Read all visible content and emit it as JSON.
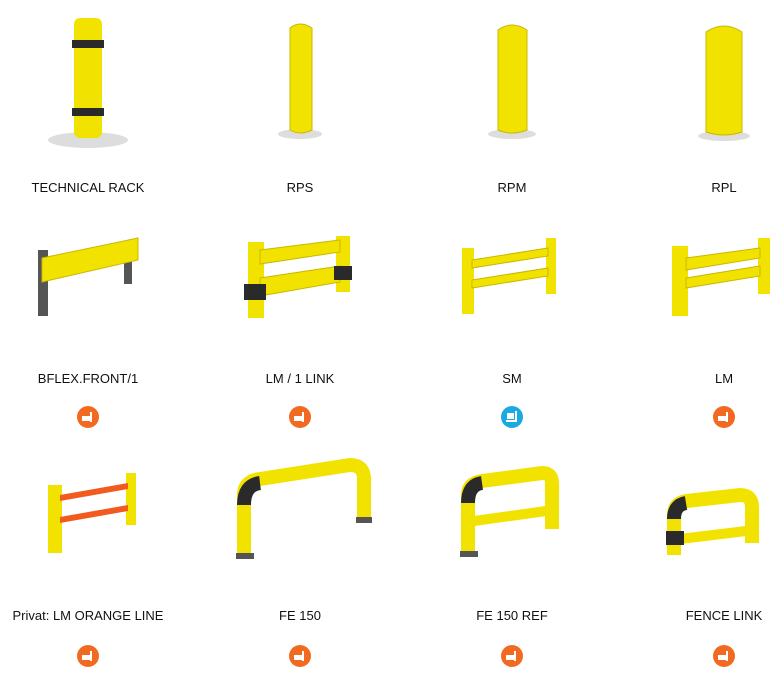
{
  "colors": {
    "product_yellow": "#f2e200",
    "dark": "#2a2a2a",
    "forklift_badge": "#f26a21",
    "pallet_badge": "#1ba9e1",
    "stripe": "#f25a1e"
  },
  "products": [
    {
      "name": "TECHNICAL RACK"
    },
    {
      "name": "RPS"
    },
    {
      "name": "RPM"
    },
    {
      "name": "RPL"
    },
    {
      "name": "BFLEX.FRONT/1",
      "badge": "forklift-icon"
    },
    {
      "name": "LM / 1 LINK",
      "badge": "forklift-icon"
    },
    {
      "name": "SM",
      "badge": "pallet-truck-icon"
    },
    {
      "name": "LM",
      "badge": "forklift-icon"
    },
    {
      "name": "Privat: LM ORANGE LINE",
      "badge": "forklift-icon"
    },
    {
      "name": "FE 150",
      "badge": "forklift-icon"
    },
    {
      "name": "FE 150 REF",
      "badge": "forklift-icon"
    },
    {
      "name": "FENCE LINK",
      "badge": "forklift-icon"
    }
  ]
}
